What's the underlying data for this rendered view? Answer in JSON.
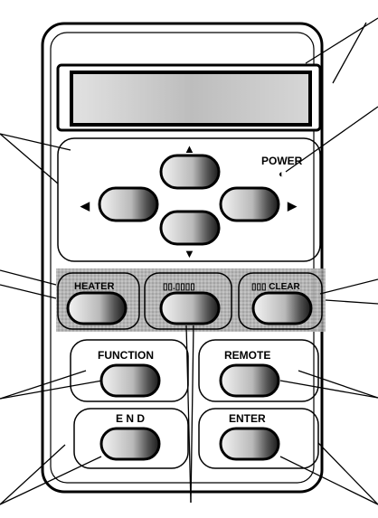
{
  "labels": {
    "power": "POWER",
    "heater": "HEATER",
    "middle": "▯▯.▯▯▯▯",
    "clear": "▯▯▯ CLEAR",
    "function": "FUNCTION",
    "remote": "REMOTE",
    "end": "E N D",
    "enter": "ENTER"
  },
  "glyphs": {
    "up": "▲",
    "down": "▼",
    "left": "◀",
    "right": "▶",
    "power_led": "◐"
  },
  "colors": {
    "ink": "#000000",
    "panel": "#ffffff",
    "display": "#cfcfcf",
    "key_fill_light": "#f2f2f2",
    "key_fill_dark": "#222222",
    "band": "#9a9a9a"
  }
}
